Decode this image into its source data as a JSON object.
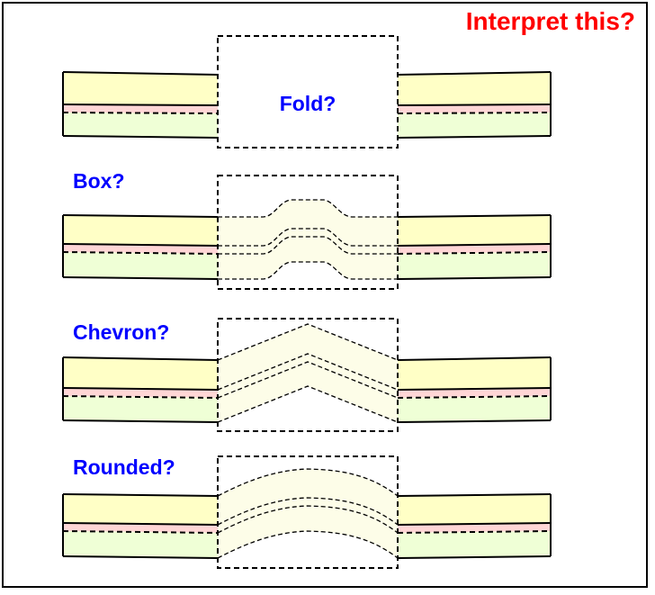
{
  "diagram": {
    "title": "Interpret this?",
    "labels": {
      "fold": "Fold?",
      "box": "Box?",
      "chevron": "Chevron?",
      "rounded": "Rounded?"
    },
    "colors": {
      "title": "#ff0000",
      "label": "#0000ff",
      "upper_layer": "#ffffc6",
      "thin_band": "#ffd6d6",
      "lower_layer": "#efffd6",
      "interpreted_fill": "#fdfde8",
      "outline": "#000000",
      "frame": "#000000"
    }
  }
}
